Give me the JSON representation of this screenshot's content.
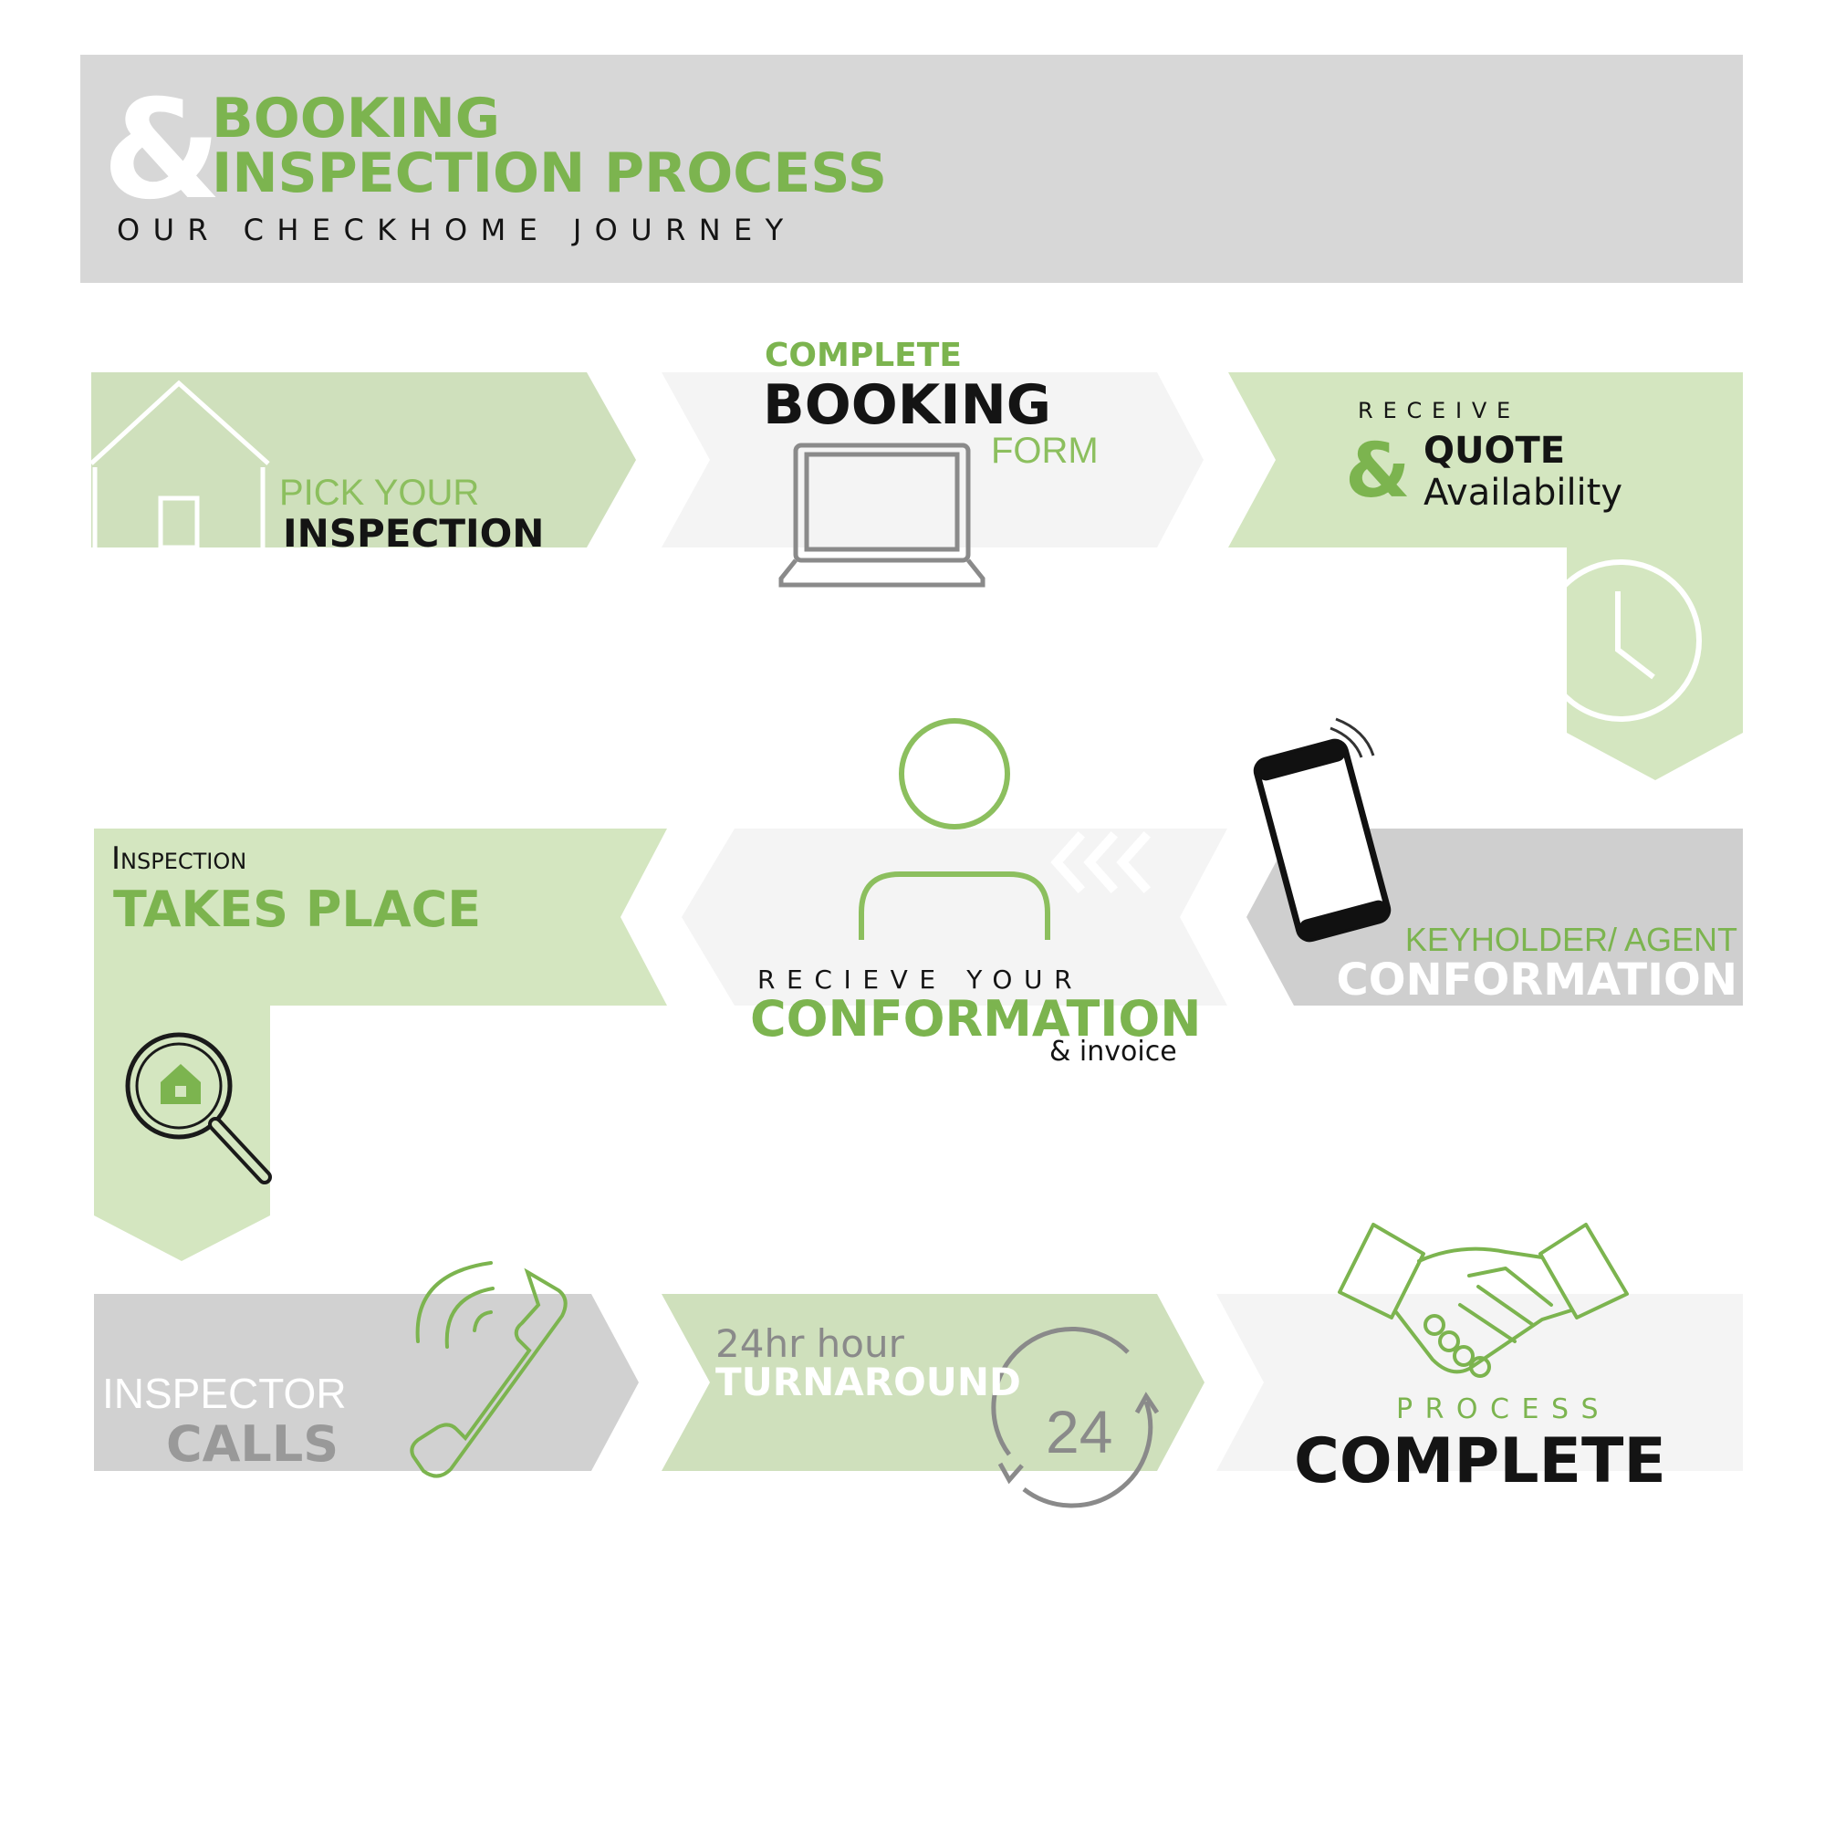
{
  "header": {
    "ampersand": "&",
    "title_line1": "BOOKING",
    "title_line2": "INSPECTION PROCESS",
    "subtitle": "OUR CHECKHOME JOURNEY"
  },
  "steps": {
    "pick": {
      "line1": "PICK YOUR",
      "line2": "INSPECTION",
      "icon": "house-icon"
    },
    "booking": {
      "line1": "COMPLETE",
      "line2": "BOOKING",
      "line3": "FORM",
      "icon": "laptop-icon"
    },
    "quote": {
      "line1": "RECEIVE",
      "ampersand": "&",
      "line2": "QUOTE",
      "line3": "Availability",
      "icon": "clock-icon"
    },
    "keyholder": {
      "line1": "KEYHOLDER/ AGENT",
      "line2": "CONFORMATION",
      "icon": "mobile-phone-icon"
    },
    "confirmation": {
      "line1": "RECIEVE YOUR",
      "line2": "CONFORMATION",
      "line3": "& invoice",
      "icon": "person-icon",
      "arrows": "<<<"
    },
    "inspection": {
      "line1": "Inspection",
      "line2": "TAKES PLACE",
      "icon": "magnifier-house-icon"
    },
    "calls": {
      "line1": "INSPECTOR",
      "line2": "CALLS",
      "icon": "phone-ringing-icon"
    },
    "turnaround": {
      "line1": "24hr hour",
      "line2": "TURNAROUND",
      "badge": "24",
      "icon": "24-refresh-icon"
    },
    "complete": {
      "line1": "PROCESS",
      "line2": "COMPLETE",
      "icon": "handshake-icon"
    }
  },
  "colors": {
    "green": "#7cb44f",
    "light_green": "#d4e6c0",
    "pale_green": "#cfe0bc",
    "grey_band": "#d7d7d7",
    "mid_grey": "#cfcfcf",
    "very_light_grey": "#f4f4f4",
    "dark": "#141414",
    "icon_grey": "#8a8a8a"
  }
}
